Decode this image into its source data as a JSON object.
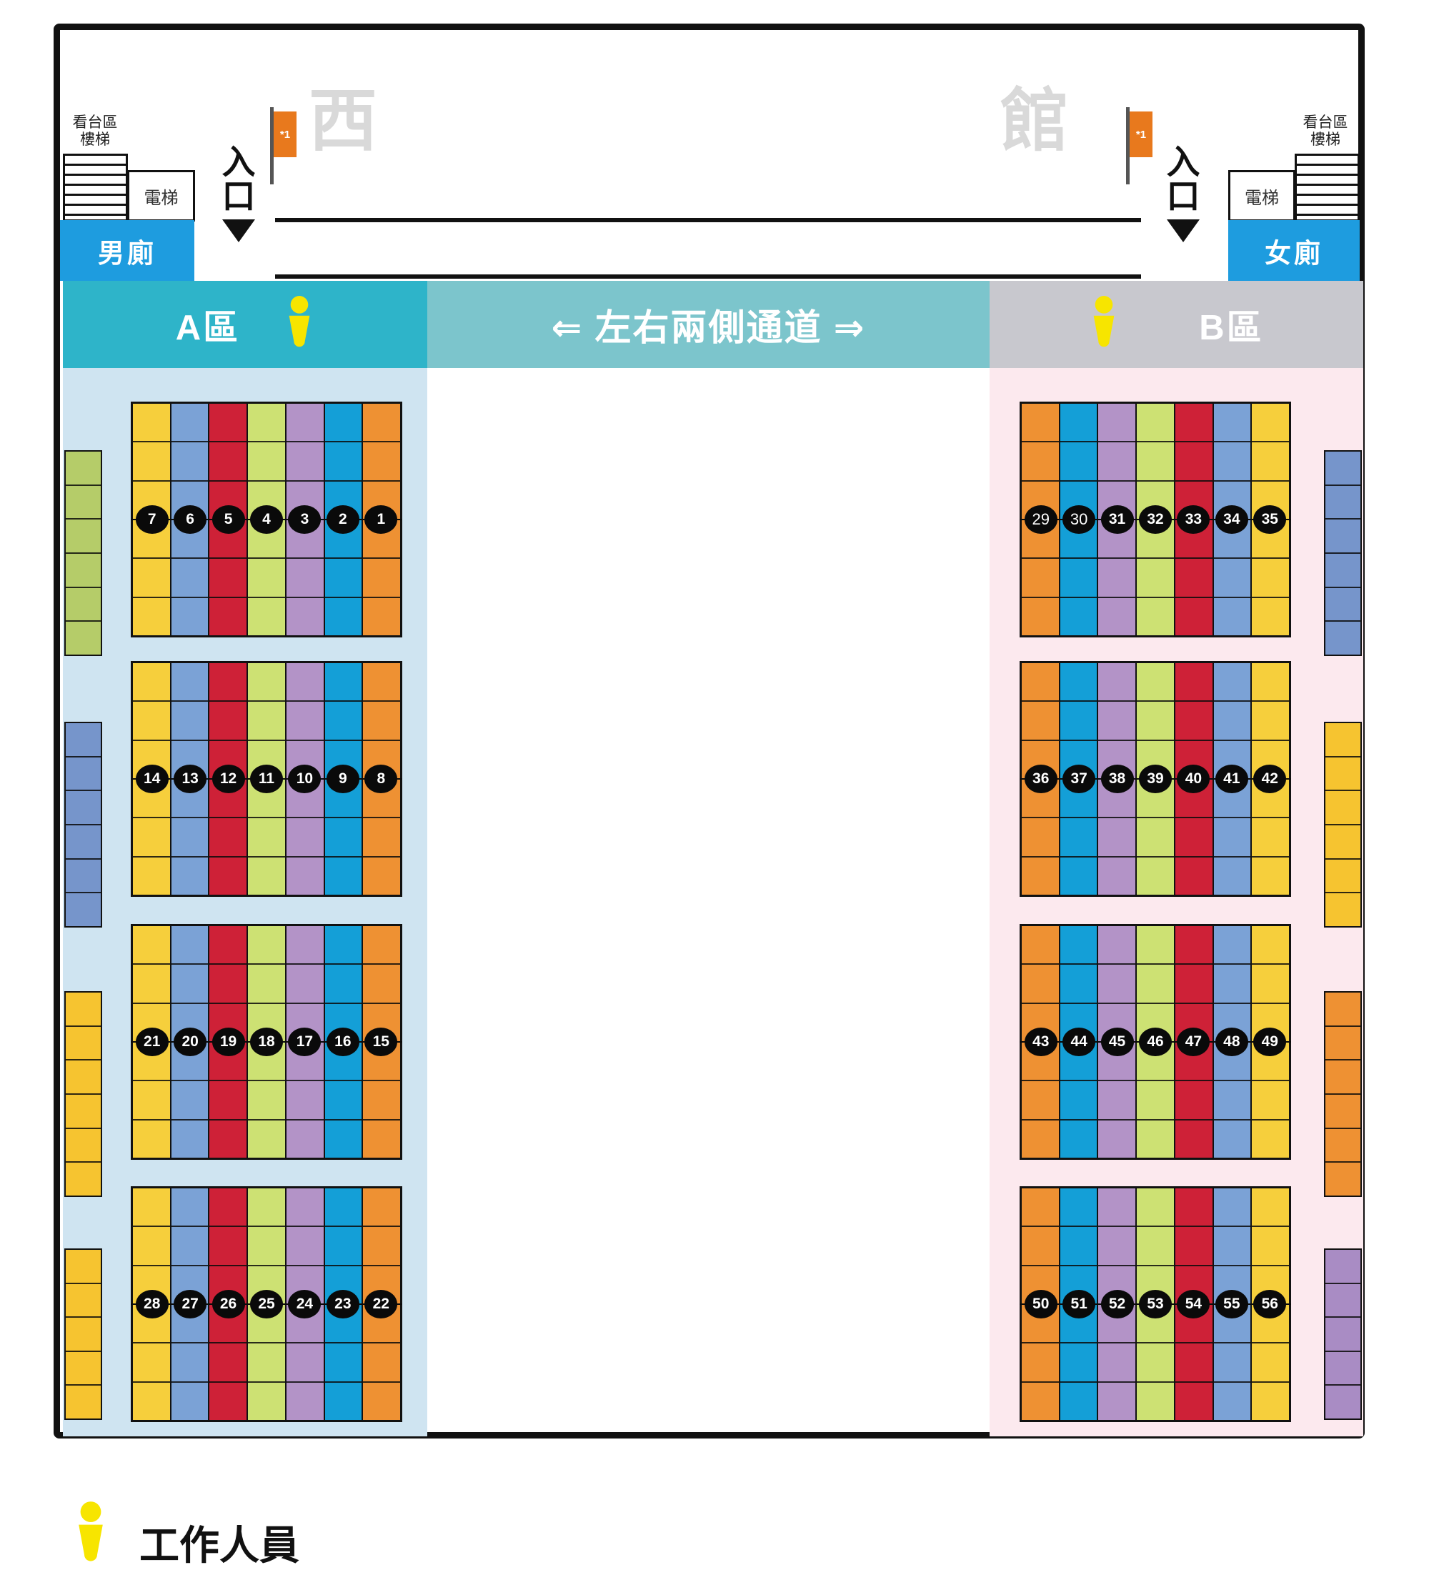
{
  "hall_label": {
    "west": "西",
    "hall": "館"
  },
  "entrances": {
    "label": "入口",
    "flag_label": "*1"
  },
  "facilities": {
    "left": {
      "stairs_line1": "看台區",
      "stairs_line2": "樓梯",
      "elevator": "電梯",
      "toilet": "男廁"
    },
    "right": {
      "stairs_line1": "看台區",
      "stairs_line2": "樓梯",
      "elevator": "電梯",
      "toilet": "女廁"
    }
  },
  "banners": {
    "zone_a": {
      "label": "A區"
    },
    "aisle": {
      "label": "⇐ 左右兩側通道 ⇒"
    },
    "zone_b": {
      "label": "B區"
    }
  },
  "legend": {
    "staff_label": "工作人員"
  },
  "colors": {
    "banner_a": "#2eb4c9",
    "banner_aisle": "#7cc5cc",
    "banner_b": "#c8c8ce",
    "region_a": "#cfe4f1",
    "region_b": "#fce9ee",
    "toilet_blue": "#1e9cdf",
    "flag_orange": "#e8791d",
    "staff_yellow": "#f7e500",
    "title_gray": "#d9d9d9",
    "column_colors_a": [
      "#f6cf3c",
      "#7ba2d6",
      "#ce2137",
      "#cde173",
      "#b393c7",
      "#149fd7",
      "#ee9133"
    ],
    "column_colors_b": [
      "#ee9133",
      "#149fd7",
      "#b393c7",
      "#cde173",
      "#ce2137",
      "#7ba2d6",
      "#f6cf3c"
    ],
    "strip_colors": {
      "green": "#b5cc69",
      "blue": "#7695cb",
      "yellow": "#f6c430",
      "orange": "#ee9133",
      "purple": "#a98cc4"
    }
  },
  "zone_a_blocks": [
    {
      "numbers": [
        7,
        6,
        5,
        4,
        3,
        2,
        1
      ]
    },
    {
      "numbers": [
        14,
        13,
        12,
        11,
        10,
        9,
        8
      ]
    },
    {
      "numbers": [
        21,
        20,
        19,
        18,
        17,
        16,
        15
      ]
    },
    {
      "numbers": [
        28,
        27,
        26,
        25,
        24,
        23,
        22
      ]
    }
  ],
  "zone_b_blocks": [
    {
      "numbers": [
        29,
        30,
        31,
        32,
        33,
        34,
        35
      ]
    },
    {
      "numbers": [
        36,
        37,
        38,
        39,
        40,
        41,
        42
      ]
    },
    {
      "numbers": [
        43,
        44,
        45,
        46,
        47,
        48,
        49
      ]
    },
    {
      "numbers": [
        50,
        51,
        52,
        53,
        54,
        55,
        56
      ]
    }
  ],
  "light_numbers": [
    29,
    30
  ],
  "side_strips": {
    "a": [
      "green",
      "blue",
      "yellow",
      "yellow"
    ],
    "b": [
      "blue",
      "yellow",
      "orange",
      "purple"
    ]
  }
}
